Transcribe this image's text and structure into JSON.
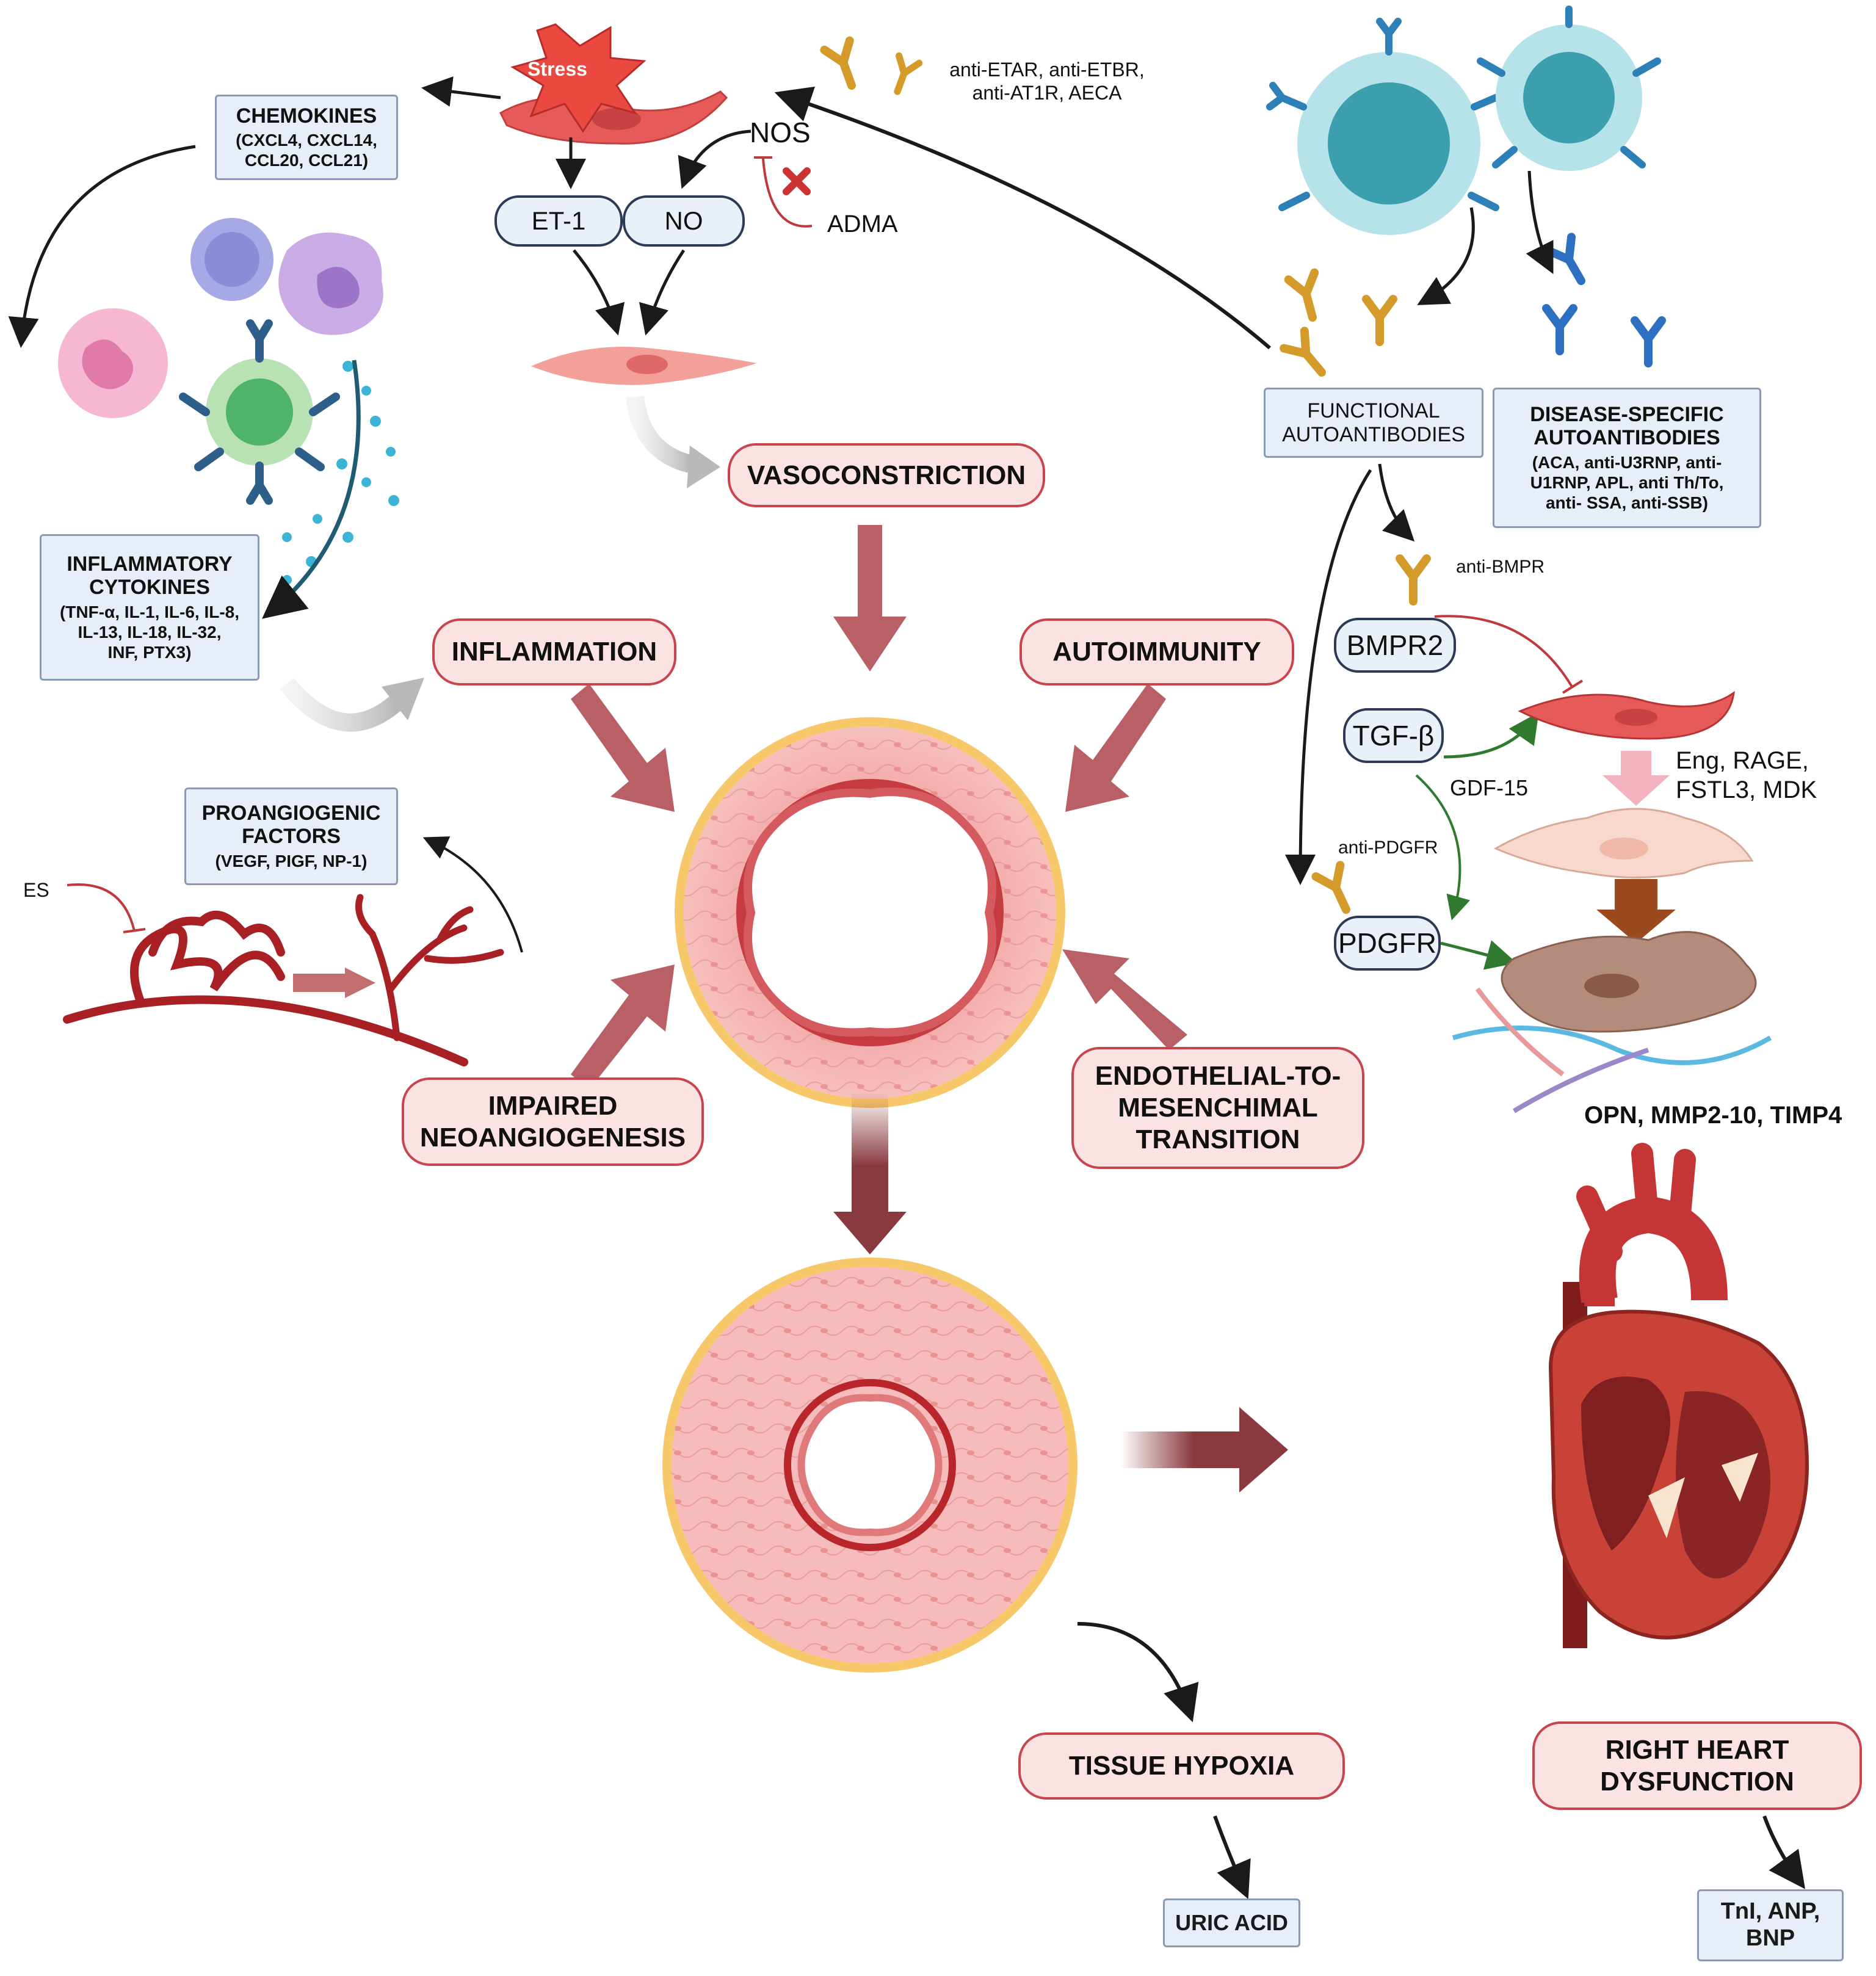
{
  "stress": "Stress",
  "chemokines": {
    "title": "CHEMOKINES",
    "items": "(CXCL4, CXCL14,\nCCL20, CCL21)"
  },
  "cytokines": {
    "title": "INFLAMMATORY\nCYTOKINES",
    "items": "(TNF-α, IL-1, IL-6, IL-8,\nIL-13, IL-18, IL-32,\nINF, PTX3)"
  },
  "proangiogenic": {
    "title": "PROANGIOGENIC\nFACTORS",
    "items": "(VEGF, PIGF, NP-1)"
  },
  "es": "ES",
  "antibody_list": "anti-ETAR, anti-ETBR,\nanti-AT1R, AECA",
  "nos": "NOS",
  "adma": "ADMA",
  "et1": "ET-1",
  "no": "NO",
  "processes": {
    "vasoconstriction": "VASOCONSTRICTION",
    "inflammation": "INFLAMMATION",
    "autoimmunity": "AUTOIMMUNITY",
    "impaired_neoangiogenesis": "IMPAIRED\nNEOANGIOGENESIS",
    "endmt": "ENDOTHELIAL-TO-\nMESENCHIMAL\nTRANSITION",
    "tissue_hypoxia": "TISSUE HYPOXIA",
    "right_heart": "RIGHT HEART\nDYSFUNCTION"
  },
  "functional_autoantibodies": "FUNCTIONAL\nAUTOANTIBODIES",
  "disease_specific": {
    "title": "DISEASE-SPECIFIC\nAUTOANTIBODIES",
    "items": "(ACA, anti-U3RNP, anti-\nU1RNP, APL, anti Th/To,\nanti- SSA, anti-SSB)"
  },
  "anti_bmpr": "anti-BMPR",
  "bmpr2": "BMPR2",
  "tgfb": "TGF-β",
  "gdf15": "GDF-15",
  "anti_pdgfr": "anti-PDGFR",
  "pdgfr": "PDGFR",
  "eng_markers": "Eng, RAGE,\nFSTL3, MDK",
  "ecm_markers": "OPN, MMP2-10, TIMP4",
  "uric_acid": "URIC ACID",
  "heart_markers": "TnI, ANP,\nBNP",
  "colors": {
    "accent_red": "#c9454d",
    "pill_fill": "#fbe3e3",
    "box_fill": "#e8eef7",
    "arrow_maroon": "#8a3a3f"
  }
}
